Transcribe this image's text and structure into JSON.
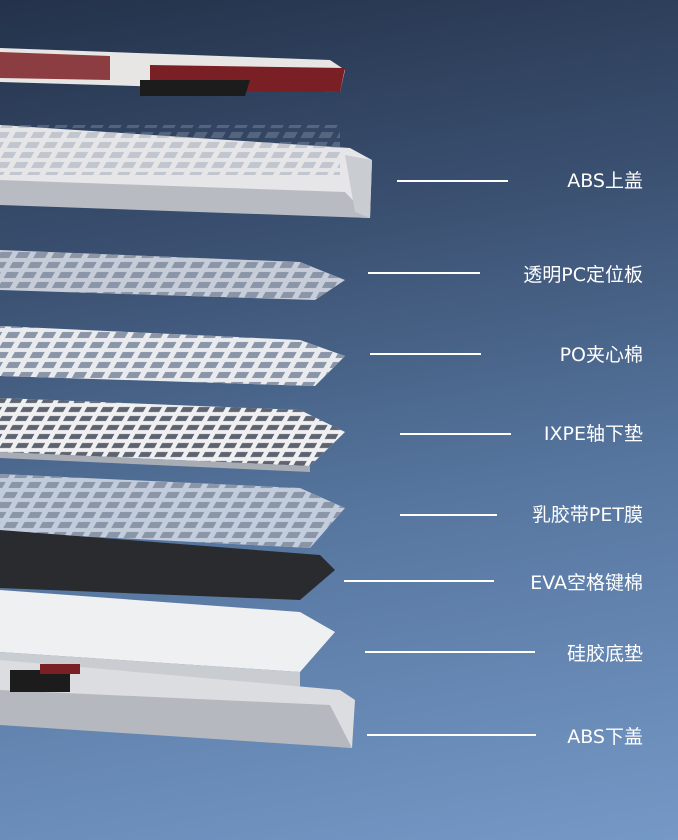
{
  "title": "Keyboard exploded layer structure",
  "layers": [
    {
      "label": "ABS上盖"
    },
    {
      "label": "透明PC定位板"
    },
    {
      "label": "PO夹心棉"
    },
    {
      "label": "IXPE轴下垫"
    },
    {
      "label": "乳胶带PET膜"
    },
    {
      "label": "EVA空格键棉"
    },
    {
      "label": "硅胶底垫"
    },
    {
      "label": "ABS下盖"
    }
  ],
  "colors": {
    "keycap_red": "#7a1f24",
    "keycap_white": "#e8e6e4",
    "keycap_black": "#1c1c1c",
    "plate": "#e4e6ea",
    "foam_dark": "#2a2b2e"
  }
}
